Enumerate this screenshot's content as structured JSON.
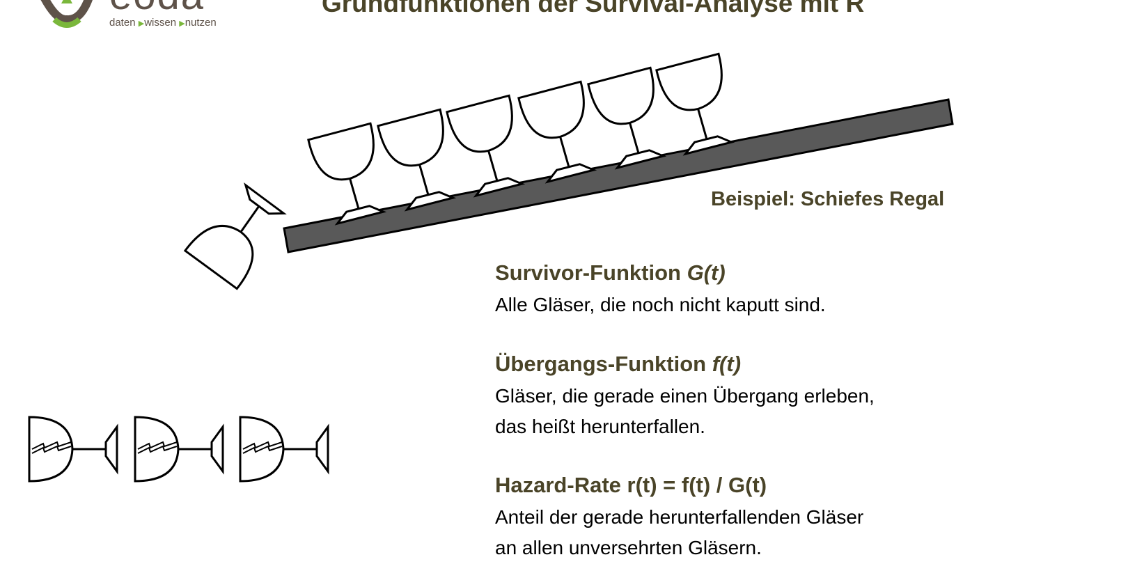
{
  "header": {
    "title": "Grundfunktionen der Survival-Analyse mit R",
    "logo_word": "eoda",
    "tagline": [
      "daten",
      "wissen",
      "nutzen"
    ]
  },
  "illustration": {
    "caption": "Beispiel: Schiefes Regal",
    "glasses_on_shelf": 6,
    "falling_glasses": 1,
    "broken_glasses": 3
  },
  "sections": [
    {
      "heading": "Survivor-Funktion",
      "formula": "G(t)",
      "lines": [
        "Alle Gläser, die noch nicht kaputt sind."
      ]
    },
    {
      "heading": "Übergangs-Funktion",
      "formula": "f(t)",
      "lines": [
        "Gläser, die gerade einen Übergang erleben,",
        "das heißt herunterfallen."
      ]
    },
    {
      "heading": "Hazard-Rate",
      "formula": "r(t) = f(t) / G(t)",
      "lines": [
        "Anteil der gerade herunterfallenden Gläser",
        "an allen unversehrten Gläsern."
      ]
    }
  ],
  "colors": {
    "heading": "#4a4428",
    "logo_green": "#7ab73b",
    "logo_brown": "#5e5249",
    "shelf": "#595959"
  }
}
